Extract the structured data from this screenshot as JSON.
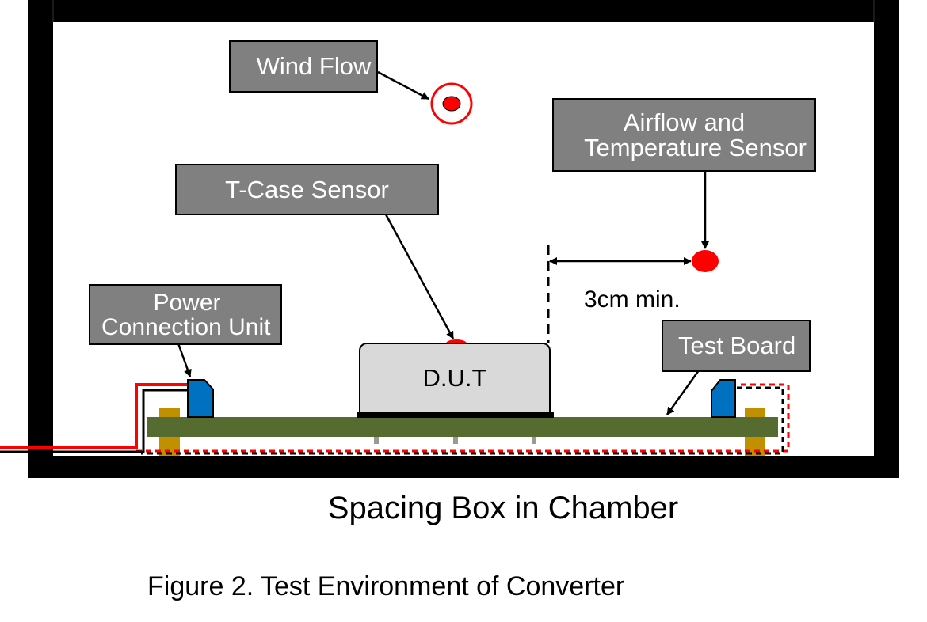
{
  "labels": {
    "wind_flow": "Wind Flow",
    "airflow_line1": "Airflow and",
    "airflow_line2": "Temperature Sensor",
    "tcase": "T-Case Sensor",
    "power_line1": "Power",
    "power_line2": "Connection Unit",
    "test_board": "Test Board",
    "dut": "D.U.T",
    "dimension": "3cm min."
  },
  "captions": {
    "main": "Spacing Box in Chamber",
    "figure": "Figure 2. Test Environment of Converter"
  },
  "colors": {
    "chamber_wall": "#000000",
    "label_fill": "#808080",
    "sensor_red": "#ff0000",
    "board_green": "#556b2f",
    "standoff_gold": "#c09000",
    "connector_blue": "#0070c0",
    "dut_fill": "#d9d9d9",
    "cable_red": "#ff0000"
  }
}
